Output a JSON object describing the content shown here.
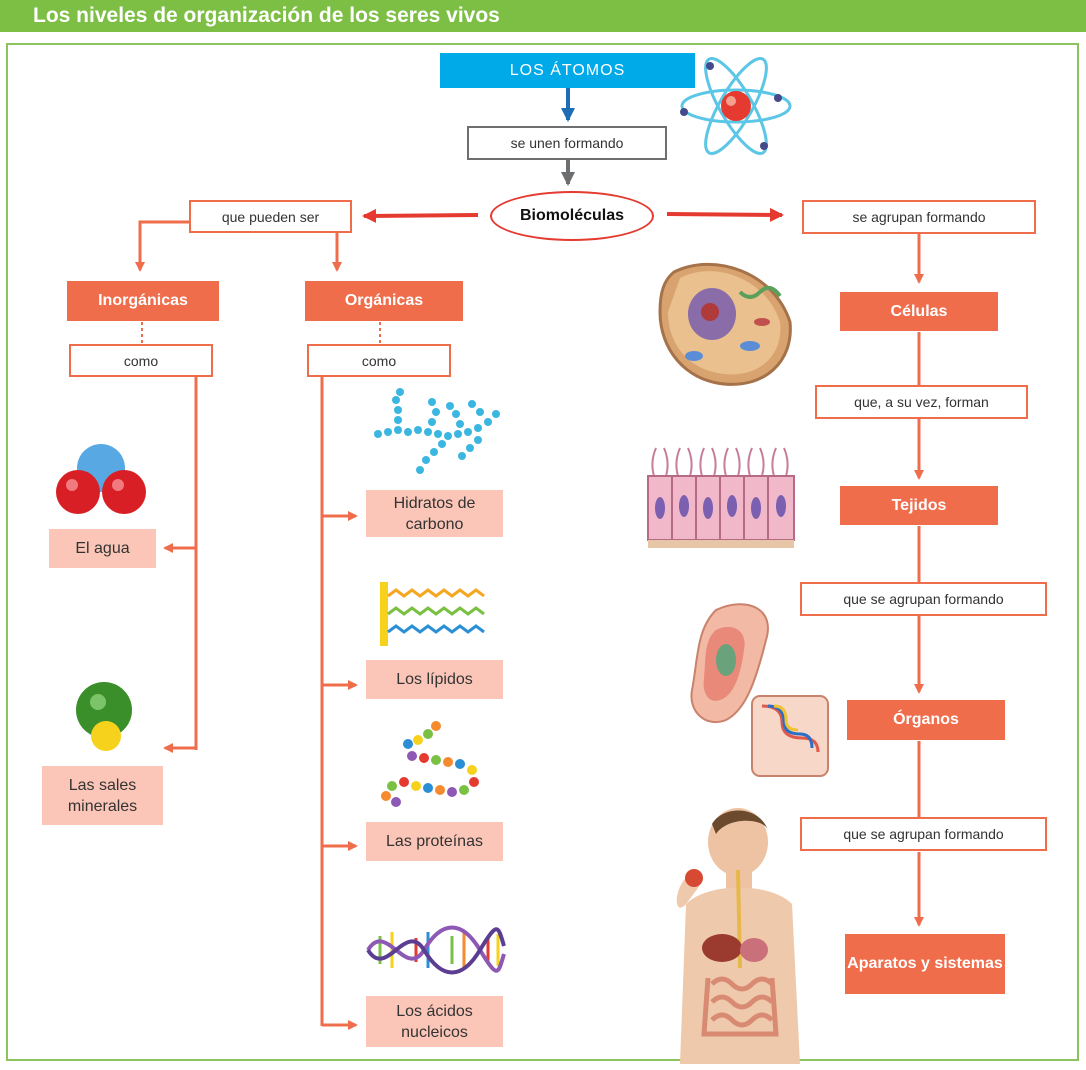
{
  "title": "Los niveles de organización de los seres vivos",
  "top": {
    "atomos": "LOS ÁTOMOS",
    "se_unen": "se unen formando",
    "biomoleculas": "Biomoléculas"
  },
  "left": {
    "que_pueden_ser": "que pueden ser",
    "inorganicas": {
      "label": "Inorgánicas",
      "como": "como",
      "items": [
        "El agua",
        "Las sales minerales"
      ]
    },
    "organicas": {
      "label": "Orgánicas",
      "como": "como",
      "items": [
        "Hidratos de carbono",
        "Los lípidos",
        "Las proteínas",
        "Los ácidos nucleicos"
      ]
    }
  },
  "right": {
    "se_agrupan": "se agrupan formando",
    "celulas": "Células",
    "a_su_vez": "que, a su vez, forman",
    "tejidos": "Tejidos",
    "se_agrupan_2": "que se agrupan formando",
    "organos": "Órganos",
    "se_agrupan_3": "que se agrupan formando",
    "aparatos": "Aparatos y sistemas"
  },
  "colors": {
    "title_green": "#7dbf45",
    "frame_green": "#8cc35b",
    "cyan": "#00a9e8",
    "orange": "#f06d4c",
    "pink": "#fbc6b7",
    "red_arrow": "#e53a2f",
    "blue_arrow": "#1f6db5",
    "gray": "#6d6e70"
  }
}
